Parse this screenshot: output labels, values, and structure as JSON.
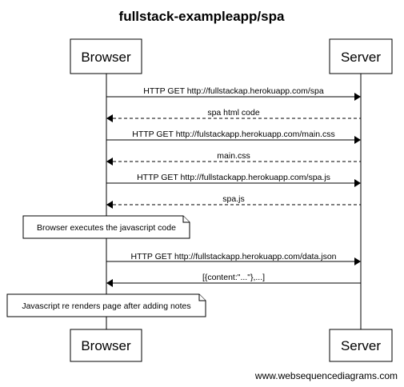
{
  "diagram": {
    "title": "fullstack-exampleapp/spa",
    "footer": "www.websequencediagrams.com",
    "actors": {
      "browser": "Browser",
      "server": "Server"
    },
    "messages": [
      {
        "from": "browser",
        "to": "server",
        "text": "HTTP GET http://fullstackap.herokuapp.com/spa",
        "style": "solid"
      },
      {
        "from": "server",
        "to": "browser",
        "text": "spa html code",
        "style": "dashed"
      },
      {
        "from": "browser",
        "to": "server",
        "text": "HTTP GET http://fulstackapp.herokuapp.com/main.css",
        "style": "solid"
      },
      {
        "from": "server",
        "to": "browser",
        "text": "main.css",
        "style": "dashed"
      },
      {
        "from": "browser",
        "to": "server",
        "text": "HTTP GET http://fullstackapp.herokuapp.com/spa.js",
        "style": "solid"
      },
      {
        "from": "server",
        "to": "browser",
        "text": "spa.js",
        "style": "dashed"
      },
      {
        "from": "browser",
        "to": "server",
        "text": "HTTP GET http://fullstackapp.herokuapp.com/data.json",
        "style": "solid"
      },
      {
        "from": "server",
        "to": "browser",
        "text": "[{content:\"...\"},...]",
        "style": "solid"
      }
    ],
    "notes": [
      {
        "text": "Browser executes the javascript code"
      },
      {
        "text": "Javascript re renders page after adding notes"
      }
    ]
  }
}
